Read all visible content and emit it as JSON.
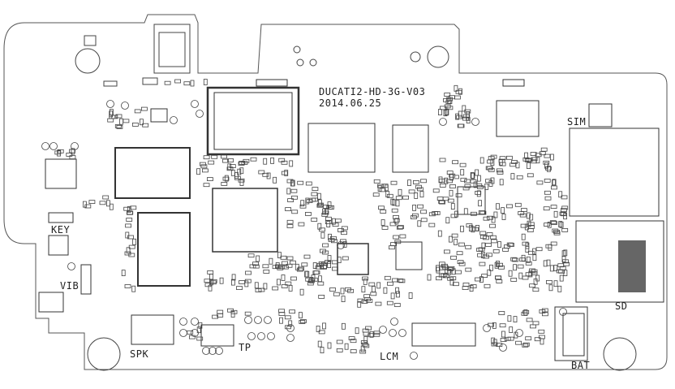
{
  "board": {
    "model": "DUCATI2-HD-3G-V03",
    "date": "2014.06.25"
  },
  "connector_labels": {
    "sim": "SIM",
    "key": "KEY",
    "vib": "VIB",
    "spk": "SPK",
    "tp": "TP",
    "lcm": "LCM",
    "sd": "SD",
    "bat": "BAT"
  },
  "colors": {
    "outline": "#555555",
    "component": "#444444",
    "sd_pad": "#666666",
    "background": "#ffffff"
  }
}
